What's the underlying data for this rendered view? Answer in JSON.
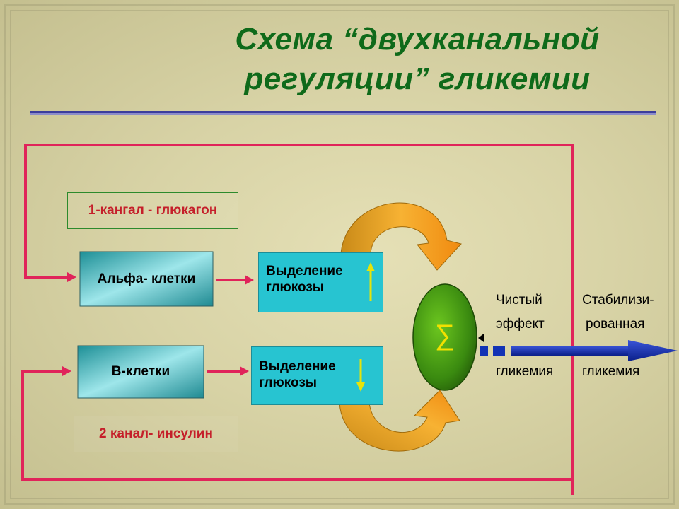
{
  "title": {
    "line1": "Схема “двухканальной",
    "line2": "регуляции” гликемии"
  },
  "channel1": "1-кангал - глюкагон",
  "channel2": "2 канал- инсулин",
  "alpha_cells": "Альфа- клетки",
  "b_cells": "В-клетки",
  "glucose_release_top": {
    "line1": "Выделение",
    "line2": "глюкозы"
  },
  "glucose_release_bottom": {
    "line1": "Выделение",
    "line2": "глюкозы"
  },
  "sum_symbol": "∑",
  "net_effect": {
    "line1": "Чистый",
    "line2": "эффект",
    "line3": "гликемия"
  },
  "stabilized": {
    "line1": "Стабилизи-",
    "line2": "рованная",
    "line3": "гликемия"
  },
  "colors": {
    "title": "#0f6a1a",
    "feedback_line": "#e0245a",
    "cell_box": "#2ab3b9",
    "glucose_box": "#27c4d1",
    "channel_text": "#c51f2a",
    "ellipse": "#3a8a10",
    "arrow_orange": "#f39c12",
    "output_arrow": "#1233b5"
  }
}
